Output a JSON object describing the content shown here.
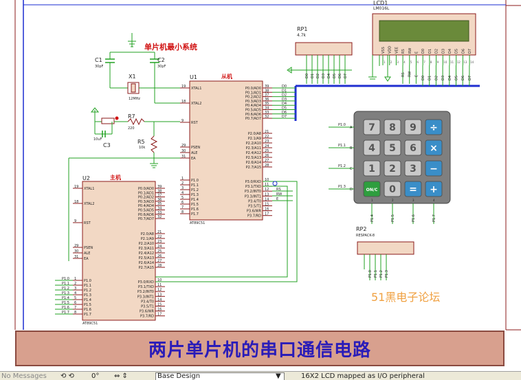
{
  "diagram": {
    "title": "两片单片机的串口通信电路",
    "watermark": "51黑电子论坛",
    "min_system_label": "单片机最小系统",
    "lcd": {
      "ref": "LCD1",
      "part": "LM016L",
      "pins": [
        "VSS",
        "VDD",
        "VEE",
        "RS",
        "RW",
        "E",
        "D0",
        "D1",
        "D2",
        "D3",
        "D4",
        "D5",
        "D6",
        "D7"
      ],
      "pin_numbers": [
        "1",
        "2",
        "3",
        "4",
        "5",
        "6",
        "7",
        "8",
        "9",
        "10",
        "11",
        "12",
        "13",
        "14"
      ]
    },
    "rp1": {
      "ref": "RP1",
      "value": "4.7k",
      "pins": [
        "D0",
        "D1",
        "D2",
        "D3",
        "D4",
        "D5",
        "D6",
        "D7"
      ]
    },
    "rp2": {
      "ref": "RP2",
      "part": "RESPACK-8",
      "pins": [
        "P1.0",
        "P1.1",
        "P1.2",
        "P1.3"
      ]
    },
    "c1": {
      "ref": "C1",
      "value": "30pF"
    },
    "c2": {
      "ref": "C2",
      "value": "30pF"
    },
    "c3": {
      "ref": "C3",
      "value": "10uF"
    },
    "x1": {
      "ref": "X1",
      "value": "12MHz"
    },
    "r7": {
      "ref": "R7",
      "value": "220"
    },
    "r5": {
      "ref": "R5",
      "value": "10k"
    },
    "u1": {
      "ref": "U1",
      "role": "从机",
      "part": "AT89C51",
      "left_pins": [
        {
          "num": "19",
          "name": "XTAL1"
        },
        {
          "num": "18",
          "name": "XTAL2"
        },
        {
          "num": "9",
          "name": "RST"
        },
        {
          "num": "29",
          "name": "PSEN"
        },
        {
          "num": "30",
          "name": "ALE"
        },
        {
          "num": "31",
          "name": "EA"
        },
        {
          "num": "1",
          "name": "P1.0"
        },
        {
          "num": "2",
          "name": "P1.1"
        },
        {
          "num": "3",
          "name": "P1.2"
        },
        {
          "num": "4",
          "name": "P1.3"
        },
        {
          "num": "5",
          "name": "P1.4"
        },
        {
          "num": "6",
          "name": "P1.5"
        },
        {
          "num": "7",
          "name": "P1.6"
        },
        {
          "num": "8",
          "name": "P1.7"
        }
      ],
      "right_pins": [
        {
          "num": "39",
          "name": "P0.0/AD0"
        },
        {
          "num": "38",
          "name": "P0.1/AD1"
        },
        {
          "num": "37",
          "name": "P0.2/AD2"
        },
        {
          "num": "36",
          "name": "P0.3/AD3"
        },
        {
          "num": "35",
          "name": "P0.4/AD4"
        },
        {
          "num": "34",
          "name": "P0.5/AD5"
        },
        {
          "num": "33",
          "name": "P0.6/AD6"
        },
        {
          "num": "32",
          "name": "P0.7/AD7"
        },
        {
          "num": "21",
          "name": "P2.0/A8"
        },
        {
          "num": "22",
          "name": "P2.1/A9"
        },
        {
          "num": "23",
          "name": "P2.2/A10"
        },
        {
          "num": "24",
          "name": "P2.3/A11"
        },
        {
          "num": "25",
          "name": "P2.4/A12"
        },
        {
          "num": "26",
          "name": "P2.5/A13"
        },
        {
          "num": "27",
          "name": "P2.6/A14"
        },
        {
          "num": "28",
          "name": "P2.7/A15"
        },
        {
          "num": "10",
          "name": "P3.0/RXD"
        },
        {
          "num": "11",
          "name": "P3.1/TXD"
        },
        {
          "num": "12",
          "name": "P3.2/INT0"
        },
        {
          "num": "13",
          "name": "P3.3/INT1"
        },
        {
          "num": "14",
          "name": "P3.4/T0"
        },
        {
          "num": "15",
          "name": "P3.5/T1"
        },
        {
          "num": "16",
          "name": "P3.6/WR"
        },
        {
          "num": "17",
          "name": "P3.7/RD"
        }
      ],
      "bus_labels": [
        "D0",
        "D1",
        "D2",
        "D3",
        "D4",
        "D5",
        "D6",
        "D7"
      ],
      "ctrl_labels": [
        "RS",
        "RW",
        "E"
      ]
    },
    "u2": {
      "ref": "U2",
      "role": "主机",
      "part": "AT89C51",
      "left_pins": [
        {
          "num": "19",
          "name": "XTAL1"
        },
        {
          "num": "18",
          "name": "XTAL2"
        },
        {
          "num": "9",
          "name": "RST"
        },
        {
          "num": "29",
          "name": "PSEN"
        },
        {
          "num": "30",
          "name": "ALE"
        },
        {
          "num": "31",
          "name": "EA"
        },
        {
          "num": "1",
          "name": "P1.0"
        },
        {
          "num": "2",
          "name": "P1.1"
        },
        {
          "num": "3",
          "name": "P1.2"
        },
        {
          "num": "4",
          "name": "P1.3"
        },
        {
          "num": "5",
          "name": "P1.4"
        },
        {
          "num": "6",
          "name": "P1.5"
        },
        {
          "num": "7",
          "name": "P1.6"
        },
        {
          "num": "8",
          "name": "P1.7"
        }
      ],
      "right_pins": [
        {
          "num": "39",
          "name": "P0.0/AD0"
        },
        {
          "num": "38",
          "name": "P0.1/AD1"
        },
        {
          "num": "37",
          "name": "P0.2/AD2"
        },
        {
          "num": "36",
          "name": "P0.3/AD3"
        },
        {
          "num": "35",
          "name": "P0.4/AD4"
        },
        {
          "num": "34",
          "name": "P0.5/AD5"
        },
        {
          "num": "33",
          "name": "P0.6/AD6"
        },
        {
          "num": "32",
          "name": "P0.7/AD7"
        },
        {
          "num": "21",
          "name": "P2.0/A8"
        },
        {
          "num": "22",
          "name": "P2.1/A9"
        },
        {
          "num": "23",
          "name": "P2.2/A10"
        },
        {
          "num": "24",
          "name": "P2.3/A11"
        },
        {
          "num": "25",
          "name": "P2.4/A12"
        },
        {
          "num": "26",
          "name": "P2.5/A13"
        },
        {
          "num": "27",
          "name": "P2.6/A14"
        },
        {
          "num": "28",
          "name": "P2.7/A15"
        },
        {
          "num": "10",
          "name": "P3.0/RXD"
        },
        {
          "num": "11",
          "name": "P3.1/TXD"
        },
        {
          "num": "12",
          "name": "P3.2/INT0"
        },
        {
          "num": "13",
          "name": "P3.3/INT1"
        },
        {
          "num": "14",
          "name": "P3.4/T0"
        },
        {
          "num": "15",
          "name": "P3.5/T1"
        },
        {
          "num": "16",
          "name": "P3.6/WR"
        },
        {
          "num": "17",
          "name": "P3.7/RD"
        }
      ],
      "p1_labels": [
        "P1.0",
        "P1.1",
        "P1.2",
        "P1.3",
        "P1.4",
        "P1.5",
        "P1.6",
        "P1.7"
      ]
    },
    "keypad": {
      "row_labels": [
        "P1.0",
        "P1.1",
        "P1.2",
        "P1.3"
      ],
      "row_letters": [
        "A",
        "B",
        "C",
        "D"
      ],
      "col_labels": [
        "P1.4",
        "P1.5",
        "P1.6",
        "P1.7"
      ],
      "col_numbers": [
        "1",
        "2",
        "3",
        "4"
      ],
      "keys": [
        [
          "7",
          "8",
          "9",
          "÷"
        ],
        [
          "4",
          "5",
          "6",
          "×"
        ],
        [
          "1",
          "2",
          "3",
          "−"
        ],
        [
          "ON/C",
          "0",
          "=",
          "+"
        ]
      ]
    }
  },
  "status_bar": {
    "messages": "No Messages",
    "angle": "0°",
    "sheet": "Base Design",
    "info": "16X2 LCD mapped as I/O peripheral"
  },
  "colors": {
    "wire": "#20a020",
    "component": "#8b1a1a",
    "body": "#f2d8c4",
    "bus": "#1f2fd0",
    "label_red": "#d01010",
    "title_text": "#2a1cb8",
    "title_bg": "#d8a08e"
  }
}
